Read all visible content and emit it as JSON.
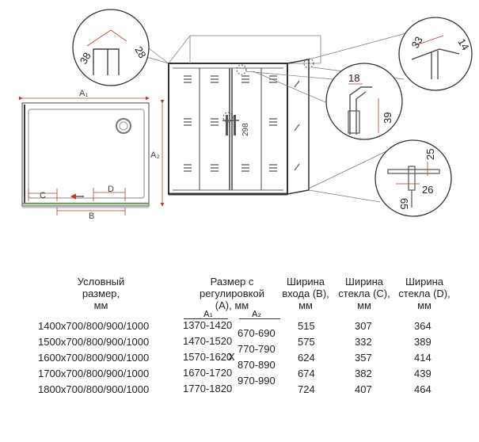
{
  "diagram": {
    "labels": {
      "a1": "A₁",
      "a2": "A₂",
      "b": "B",
      "c": "C",
      "d": "D",
      "dim_298": "298",
      "dim_38": "38",
      "dim_28": "28",
      "dim_33": "33",
      "dim_14": "14",
      "dim_18": "18",
      "dim_39": "39",
      "dim_25": "25",
      "dim_26": "26",
      "dim_65": "65"
    }
  },
  "table": {
    "headers": {
      "size": "Условный\nразмер,\nмм",
      "adjust": "Размер с\nрегулировкой\n(А), мм",
      "entry": "Ширина\nвхода (B),\nмм",
      "glass_c": "Ширина\nстекла (C),\nмм",
      "glass_d": "Ширина\nстекла (D),\nмм"
    },
    "sub_a1": "A₁",
    "sub_a2": "A₂",
    "x_mark": "X",
    "rows": [
      {
        "size": "1400x700/800/900/1000",
        "a1": "1370-1420",
        "b": "515",
        "c": "307",
        "d": "364"
      },
      {
        "size": "1500x700/800/900/1000",
        "a1": "1470-1520",
        "b": "575",
        "c": "332",
        "d": "389"
      },
      {
        "size": "1600x700/800/900/1000",
        "a1": "1570-1620",
        "b": "624",
        "c": "357",
        "d": "414"
      },
      {
        "size": "1700x700/800/900/1000",
        "a1": "1670-1720",
        "b": "674",
        "c": "382",
        "d": "439"
      },
      {
        "size": "1800x700/800/900/1000",
        "a1": "1770-1820",
        "b": "724",
        "c": "407",
        "d": "464"
      }
    ],
    "a2_values": [
      "670-690",
      "770-790",
      "870-890",
      "970-990"
    ]
  }
}
